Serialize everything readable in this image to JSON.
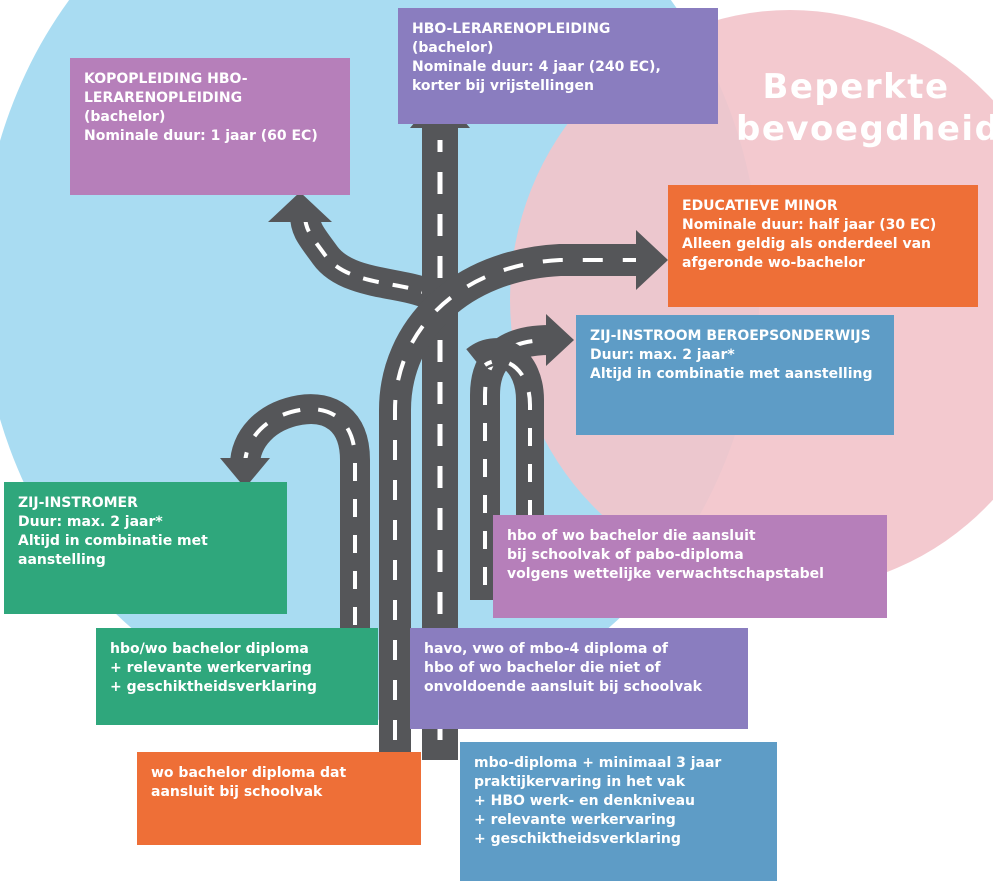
{
  "colors": {
    "sky": "#a9dcf2",
    "pink": "#f2c4cb",
    "road": "#555659",
    "roadEdge": "#7a7b7e",
    "dash": "#ffffff",
    "purple": "#b67fba",
    "violet": "#8a7dbf",
    "orange": "#ee6f37",
    "blue": "#5e9cc6",
    "green": "#2fa77c"
  },
  "region_title": {
    "line1": "Beperkte",
    "line2": "bevoegdheid"
  },
  "boxes": {
    "kopopleiding": {
      "lines": [
        "KOPOPLEIDING HBO-",
        "LERARENOPLEIDING",
        "(bachelor)",
        "Nominale duur: 1 jaar (60 EC)"
      ]
    },
    "hbo_lerarenopleiding": {
      "lines": [
        "HBO-LERARENOPLEIDING",
        "(bachelor)",
        "Nominale duur: 4 jaar (240 EC),",
        "korter bij vrijstellingen"
      ]
    },
    "educatieve_minor": {
      "lines": [
        "EDUCATIEVE MINOR",
        "Nominale duur: half jaar (30 EC)",
        "Alleen geldig als onderdeel van",
        "afgeronde wo-bachelor"
      ]
    },
    "zij_instroom_bo": {
      "lines": [
        "ZIJ-INSTROOM BEROEPSONDERWIJS",
        "Duur: max. 2 jaar*",
        "Altijd in combinatie met aanstelling"
      ]
    },
    "zij_instromer": {
      "lines": [
        "ZIJ-INSTROMER",
        "Duur: max. 2 jaar*",
        "Altijd in combinatie met",
        "aanstelling"
      ]
    },
    "hbo_wo_aansluit": {
      "lines": [
        "hbo of wo bachelor die aansluit",
        "bij schoolvak of pabo-diploma",
        "volgens wettelijke verwachtschapstabel"
      ]
    },
    "hbo_wo_diploma_werk": {
      "lines": [
        "hbo/wo bachelor diploma",
        "+ relevante werkervaring",
        "+ geschiktheidsverklaring"
      ]
    },
    "havo_vwo_mbo": {
      "lines": [
        "havo, vwo of mbo-4 diploma of",
        "hbo of wo bachelor die niet of",
        "onvoldoende aansluit bij schoolvak"
      ]
    },
    "wo_bachelor_schoolvak": {
      "lines": [
        "wo bachelor diploma dat",
        "aansluit bij schoolvak"
      ]
    },
    "mbo_praktijk": {
      "lines": [
        "mbo-diploma + minimaal 3 jaar",
        "praktijkervaring in het vak",
        "+ HBO werk- en denkniveau",
        "+ relevante werkervaring",
        "+ geschiktheidsverklaring"
      ]
    }
  }
}
